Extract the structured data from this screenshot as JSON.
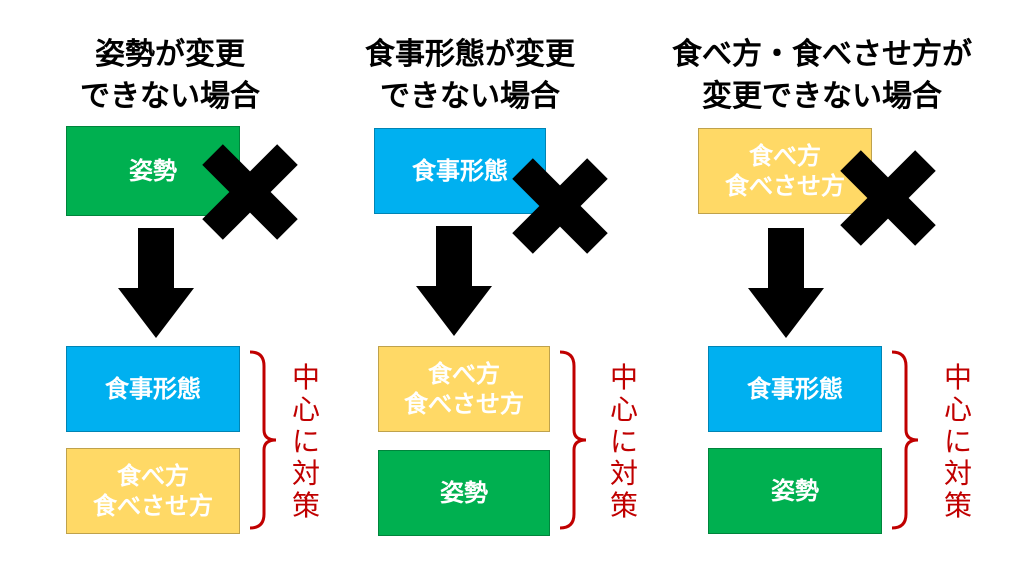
{
  "colors": {
    "green": "#00b050",
    "blue": "#00b0f0",
    "yellow": "#ffd966",
    "red": "#c00000",
    "black": "#000000"
  },
  "icons": {
    "cross": "x-mark-icon",
    "arrow": "down-arrow-icon",
    "bracket": "right-curly-brace"
  },
  "columns": [
    {
      "heading": [
        "姿勢が変更",
        "できない場合"
      ],
      "blocked": [
        "姿勢"
      ],
      "focus": [
        [
          "食事形態"
        ],
        [
          "食べ方",
          "食べさせ方"
        ]
      ],
      "note": [
        "中",
        "心",
        "に",
        "対",
        "策"
      ]
    },
    {
      "heading": [
        "食事形態が変更",
        "できない場合"
      ],
      "blocked": [
        "食事形態"
      ],
      "focus": [
        [
          "食べ方",
          "食べさせ方"
        ],
        [
          "姿勢"
        ]
      ],
      "note": [
        "中",
        "心",
        "に",
        "対",
        "策"
      ]
    },
    {
      "heading": [
        "食べ方・食べさせ方が",
        "変更できない場合"
      ],
      "blocked": [
        "食べ方",
        "食べさせ方"
      ],
      "focus": [
        [
          "食事形態"
        ],
        [
          "姿勢"
        ]
      ],
      "note": [
        "中",
        "心",
        "に",
        "対",
        "策"
      ]
    }
  ]
}
